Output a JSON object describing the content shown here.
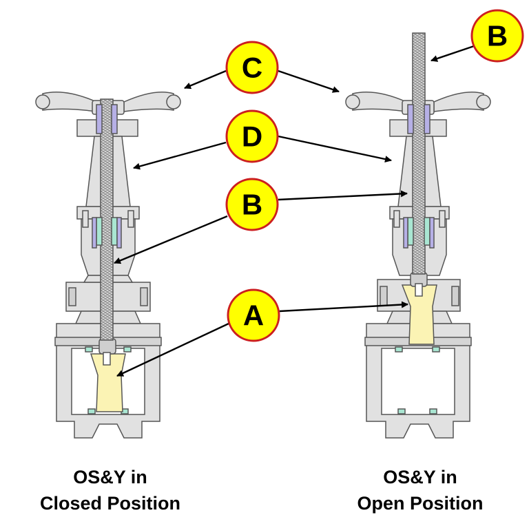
{
  "colors": {
    "body": "#e1e1e1",
    "outline": "#555555",
    "wedge": "#fbf3b4",
    "seal": "#a9e6d2",
    "packing": "#b6b0e6",
    "callout_fill": "#ffff00",
    "callout_stroke": "#cc1f1f"
  },
  "callouts": {
    "A": "A",
    "B": "B",
    "C": "C",
    "D": "D"
  },
  "captions": {
    "closed_line1": "OS&Y in",
    "closed_line2": "Closed Position",
    "open_line1": "OS&Y in",
    "open_line2": "Open Position"
  }
}
